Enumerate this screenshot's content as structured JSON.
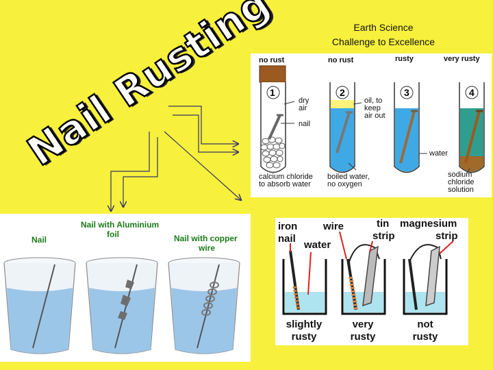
{
  "title": "Nail Rusting",
  "subtitle": {
    "line1": "Earth Science",
    "line2": "Challenge to Excellence"
  },
  "panel_tubes": {
    "headers": [
      "no rust",
      "no rust",
      "rusty",
      "very rusty"
    ],
    "numbers": [
      "1",
      "2",
      "3",
      "4"
    ],
    "labels": {
      "dry_air_1": "dry",
      "dry_air_2": "air",
      "nail": "nail",
      "oil_1": "oil, to",
      "oil_2": "keep",
      "oil_3": "air out",
      "water": "water",
      "calcium_1": "calcium chloride",
      "calcium_2": "to absorb water",
      "boiled_1": "boiled water,",
      "boiled_2": "no oxygen",
      "sodium_1": "sodium",
      "sodium_2": "chloride",
      "sodium_3": "solution"
    }
  },
  "panel_cups": {
    "nail": "Nail",
    "aluminium_1": "Nail with Aluminium",
    "aluminium_2": "foil",
    "copper_1": "Nail with copper",
    "copper_2": "wire"
  },
  "panel_beakers": {
    "iron_1": "iron",
    "iron_2": "nail",
    "wire": "wire",
    "water": "water",
    "tin_1": "tin",
    "tin_2": "strip",
    "magnesium_1": "magnesium",
    "magnesium_2": "strip",
    "result1_1": "slightly",
    "result1_2": "rusty",
    "result2_1": "very",
    "result2_2": "rusty",
    "result3_1": "not",
    "result3_2": "rusty"
  },
  "colors": {
    "background": "#f7f03c",
    "water_blue": "#3fa9e6",
    "cup_water": "#9cc6e8",
    "rust": "#b0601c",
    "label_green": "#1a7a1a",
    "arrow": "#333366"
  }
}
